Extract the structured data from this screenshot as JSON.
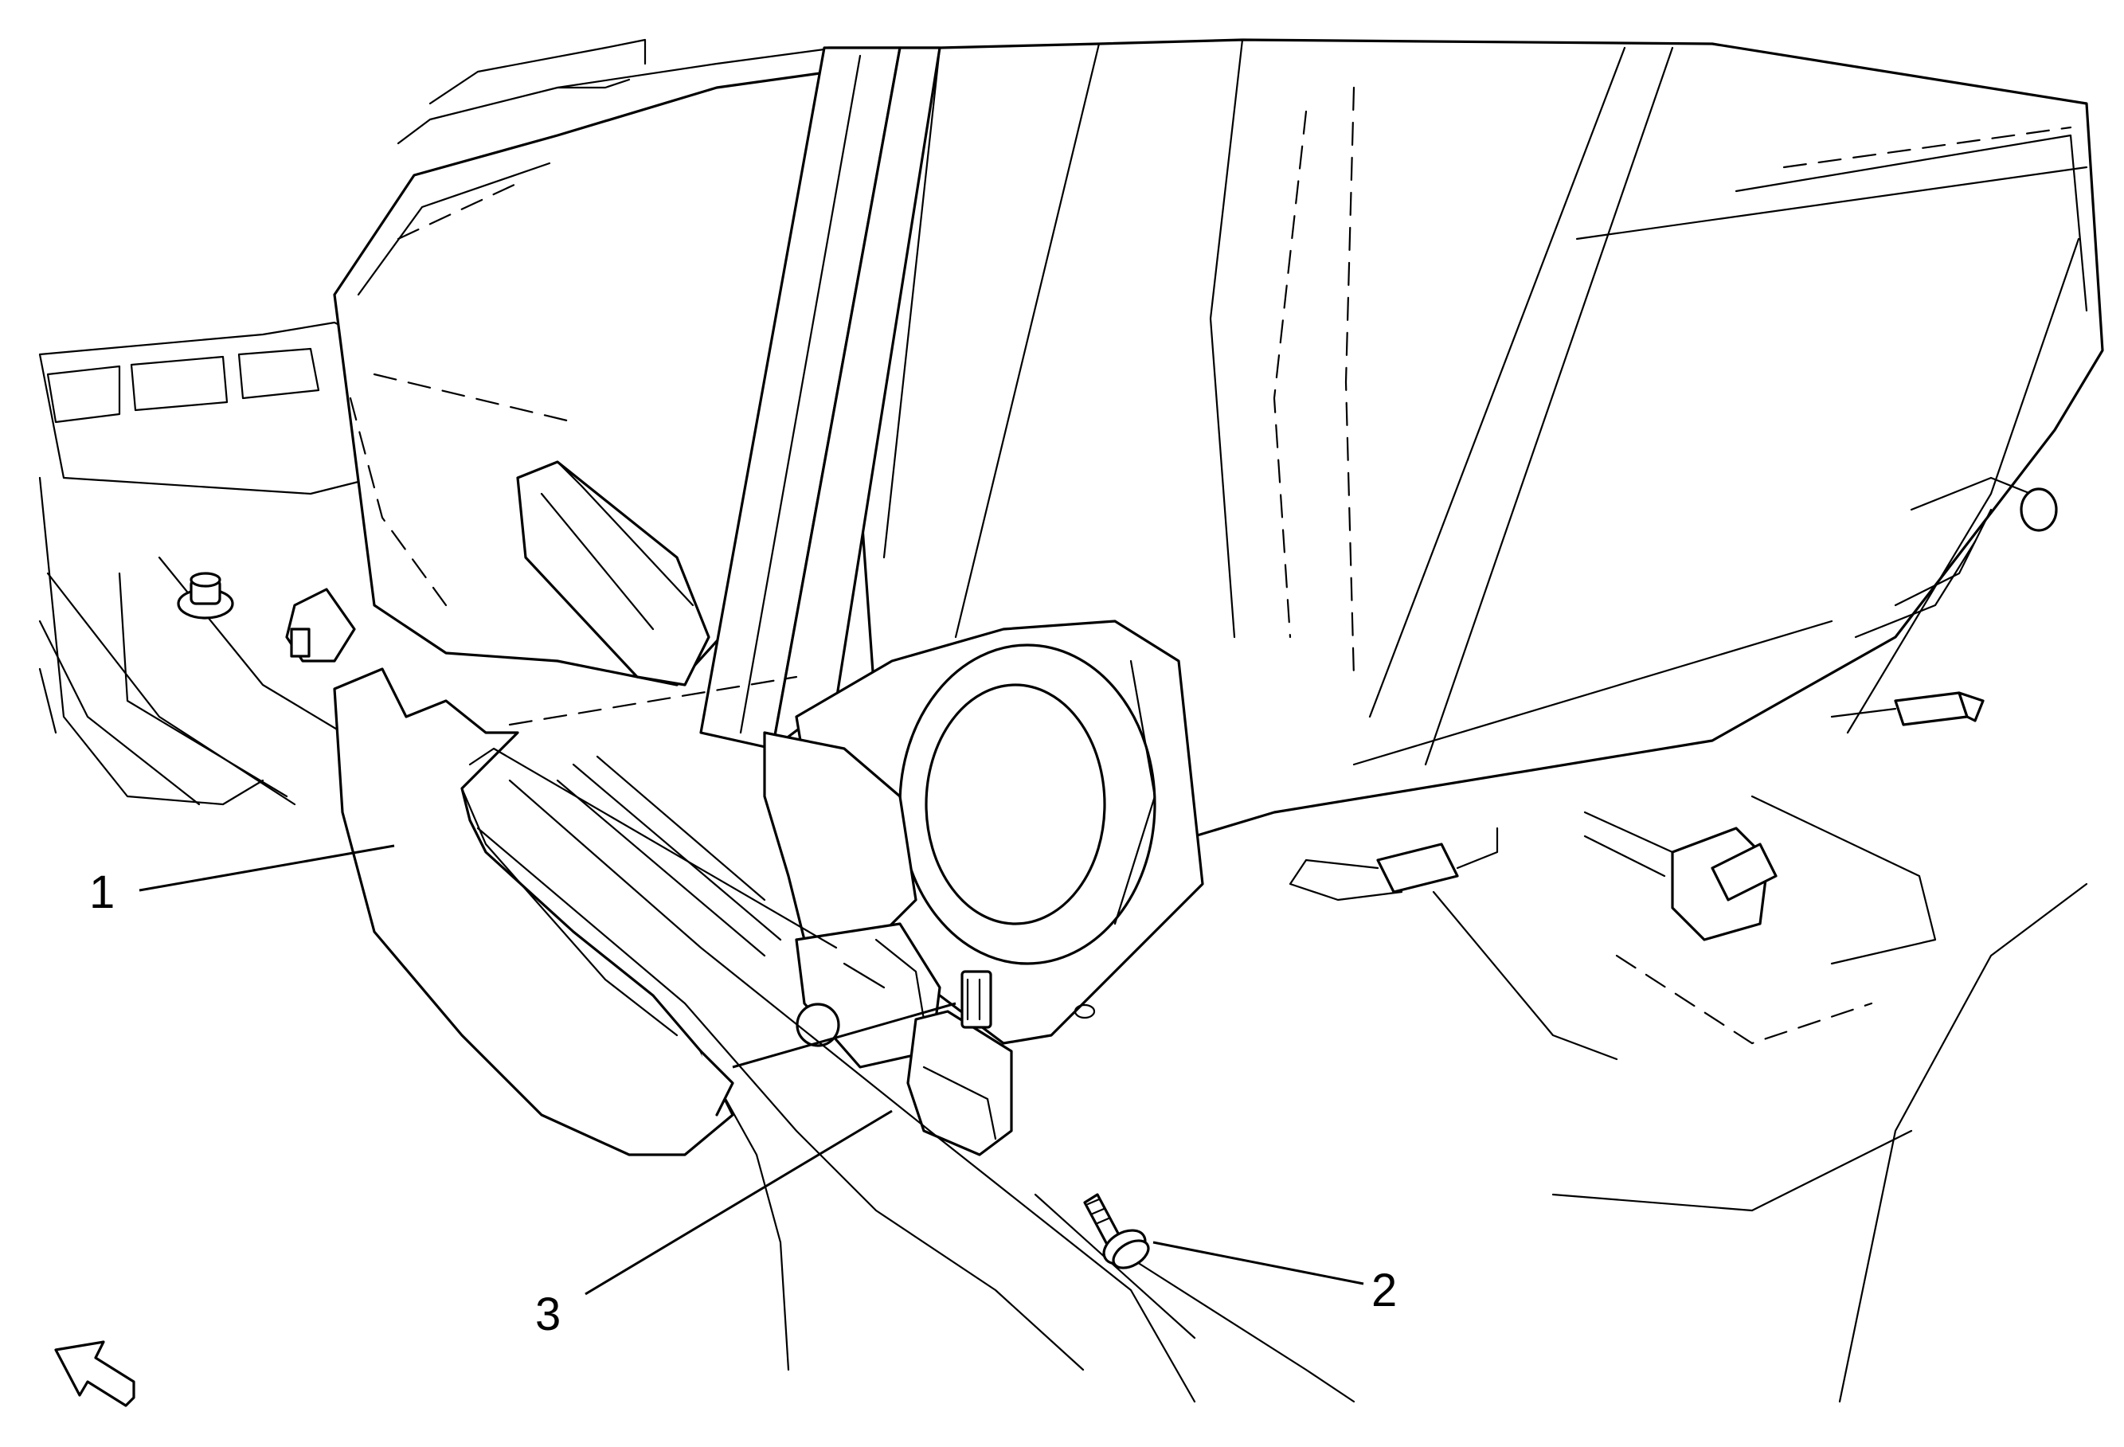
{
  "callouts": [
    {
      "id": "1",
      "label": "1"
    },
    {
      "id": "2",
      "label": "2"
    },
    {
      "id": "3",
      "label": "3"
    }
  ],
  "icons": {
    "direction_arrow": "front-direction-arrow-icon"
  },
  "colors": {
    "line": "#000000",
    "background": "#ffffff"
  }
}
